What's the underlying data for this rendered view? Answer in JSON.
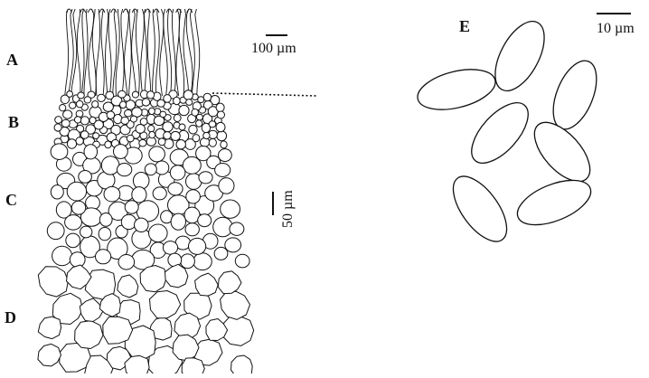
{
  "labels": {
    "a": "A",
    "b": "B",
    "c": "C",
    "d": "D",
    "e": "E"
  },
  "scale_bars": {
    "a": "100 µm",
    "c": "50 µm",
    "e": "10 µm"
  },
  "colors": {
    "ink": "#111111",
    "paper": "#ffffff"
  }
}
